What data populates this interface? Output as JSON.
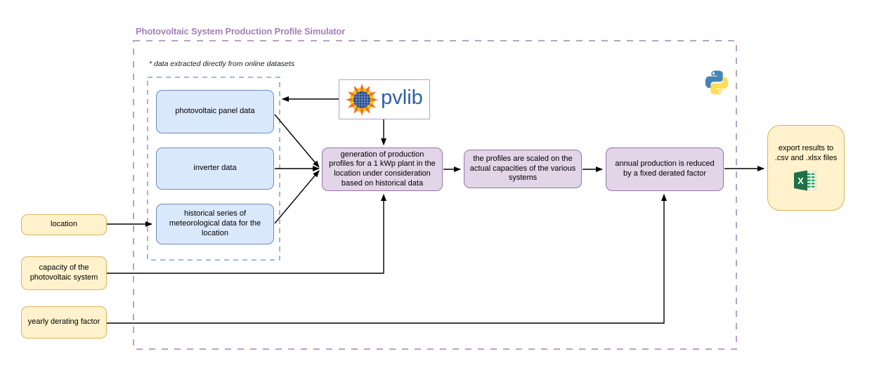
{
  "diagram": {
    "title": "Photovoltaic System Production Profile Simulator",
    "note": "* data extracted directly from online datasets",
    "inputs": [
      {
        "label": "location"
      },
      {
        "label": "capacity of the photovoltaic system"
      },
      {
        "label": "yearly derating factor"
      }
    ],
    "data_sources": [
      {
        "label": "photovoltaic panel data"
      },
      {
        "label": "inverter data"
      },
      {
        "label": "historical series of meteorological data for the location"
      }
    ],
    "steps": [
      {
        "label": "generation of production profiles for a 1 kWp plant in the location under consideration based on historical data"
      },
      {
        "label": "the profiles are scaled on the actual capacities of the various systems"
      },
      {
        "label": "annual production is reduced by a fixed derated factor"
      }
    ],
    "output": {
      "label": "export results to .csv and .xlsx files"
    },
    "logos": {
      "pvlib_text": "pvlib"
    },
    "colors": {
      "title": "#a680b8",
      "outer_border": "#a680b8",
      "inner_border": "#6c8ebf",
      "blue_fill": "#dae8fc",
      "blue_stroke": "#6c8ebf",
      "yellow_fill": "#fff2cc",
      "yellow_stroke": "#d6b656",
      "purple_fill": "#e1d5e7",
      "purple_stroke": "#9673a6",
      "arrow": "#000000",
      "pvlib_blue": "#2e5fa3",
      "python_blue": "#4584b6",
      "python_yellow": "#ffde57",
      "excel_green": "#1e7145"
    }
  }
}
